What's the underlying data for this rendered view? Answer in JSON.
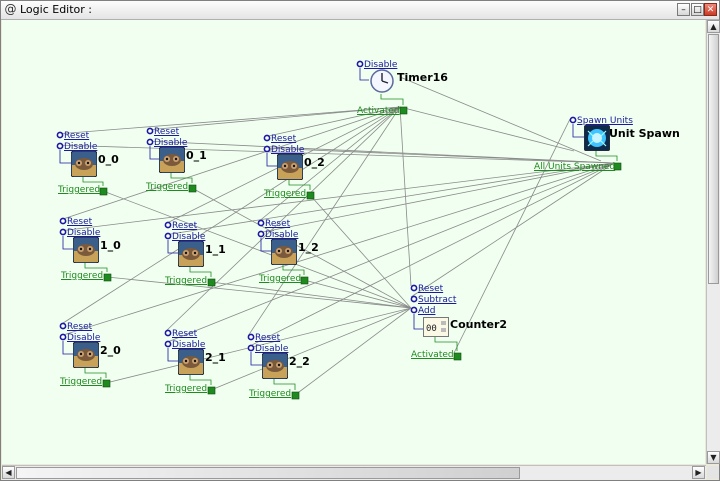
{
  "window": {
    "title": "Logic Editor :",
    "icon": "at-icon",
    "buttons": [
      "minimize-icon",
      "maximize-icon",
      "close-icon"
    ]
  },
  "canvas": {
    "background": "#f0fff0",
    "link_color": "#8a8a8a",
    "input_color": "#1a1aa0",
    "output_color": "#1f8a1f"
  },
  "nodes": {
    "timer16": {
      "name": "Timer16",
      "icon": "clock-icon",
      "inputs": [
        "Disable"
      ],
      "output": "Activated"
    },
    "unit_spawn": {
      "name": "Unit Spawn",
      "icon": "spawn-portal-icon",
      "inputs": [
        "Spawn Units"
      ],
      "output": "All Units Spawned"
    },
    "counter2": {
      "name": "Counter2",
      "icon": "counter-icon",
      "icon_text": "00",
      "inputs": [
        "Reset",
        "Subtract",
        "Add"
      ],
      "output": "Activated"
    },
    "t0_0": {
      "name": "0_0",
      "icon": "trigger-creature-icon",
      "inputs": [
        "Reset",
        "Disable"
      ],
      "output": "Triggered"
    },
    "t0_1": {
      "name": "0_1",
      "icon": "trigger-creature-icon",
      "inputs": [
        "Reset",
        "Disable"
      ],
      "output": "Triggered"
    },
    "t0_2": {
      "name": "0_2",
      "icon": "trigger-creature-icon",
      "inputs": [
        "Reset",
        "Disable"
      ],
      "output": "Triggered"
    },
    "t1_0": {
      "name": "1_0",
      "icon": "trigger-creature-icon",
      "inputs": [
        "Reset",
        "Disable"
      ],
      "output": "Triggered"
    },
    "t1_1": {
      "name": "1_1",
      "icon": "trigger-creature-icon",
      "inputs": [
        "Reset",
        "Disable"
      ],
      "output": "Triggered"
    },
    "t1_2": {
      "name": "1_2",
      "icon": "trigger-creature-icon",
      "inputs": [
        "Reset",
        "Disable"
      ],
      "output": "Triggered"
    },
    "t2_0": {
      "name": "2_0",
      "icon": "trigger-creature-icon",
      "inputs": [
        "Reset",
        "Disable"
      ],
      "output": "Triggered"
    },
    "t2_1": {
      "name": "2_1",
      "icon": "trigger-creature-icon",
      "inputs": [
        "Reset",
        "Disable"
      ],
      "output": "Triggered"
    },
    "t2_2": {
      "name": "2_2",
      "icon": "trigger-creature-icon",
      "inputs": [
        "Reset",
        "Disable"
      ],
      "output": "Triggered"
    }
  },
  "scrollbars": {
    "up": "scroll-up-icon",
    "down": "scroll-down-icon",
    "left": "scroll-left-icon",
    "right": "scroll-right-icon"
  }
}
